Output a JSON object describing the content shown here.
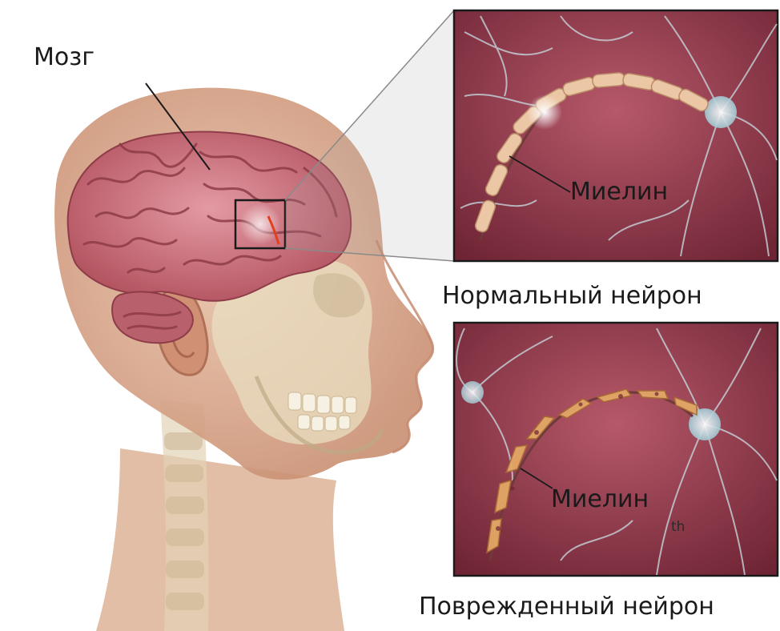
{
  "labels": {
    "brain": "Мозг",
    "myelin_top": "Миелин",
    "myelin_bottom": "Миелин",
    "normal_neuron": "Нормальный нейрон",
    "damaged_neuron": "Поврежденный нейрон",
    "stray_text": "th"
  },
  "colors": {
    "brain": "#c9707c",
    "skin": "#d9a98a",
    "skull": "#e6dcc0",
    "panel_bg": "#8e3a4a",
    "myelin": "#e8c09a",
    "damaged_myelin": "#d99a55",
    "frame": "#1a1a1a"
  }
}
